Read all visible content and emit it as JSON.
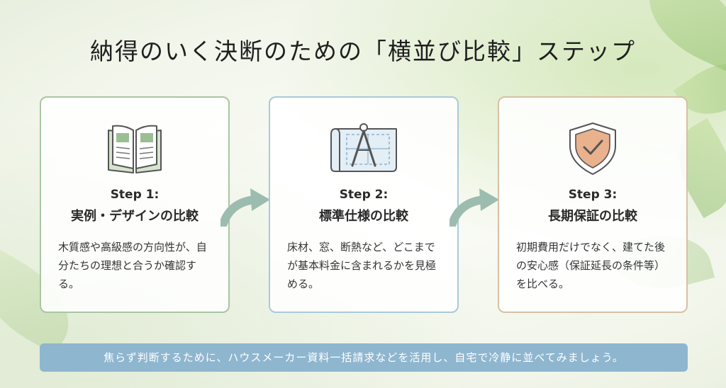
{
  "title": "納得のいく決断のための「横並び比較」ステップ",
  "steps": [
    {
      "step_label": "Step 1:",
      "heading": "実例・デザインの比較",
      "description": "木質感や高級感の方向性が、自分たちの理想と合うか確認する。",
      "icon": "open-book-icon",
      "border_color": "#a9c6a3"
    },
    {
      "step_label": "Step 2:",
      "heading": "標準仕様の比較",
      "description": "床材、窓、断熱など、どこまでが基本料金に含まれるかを見極める。",
      "icon": "blueprint-compass-icon",
      "border_color": "#a9c9da"
    },
    {
      "step_label": "Step 3:",
      "heading": "長期保証の比較",
      "description": "初期費用だけでなく、建てた後の安心感（保証延長の条件等）を比べる。",
      "icon": "shield-check-icon",
      "border_color": "#d8c0a3"
    }
  ],
  "banner": {
    "text": "焦らず判断するために、ハウスメーカー資料一括請求などを活用し、自宅で冷静に並べてみましょう。"
  },
  "colors": {
    "arrow": "#9dbcb0",
    "banner": "#8fb6cf",
    "shield": "#e9b18c"
  }
}
